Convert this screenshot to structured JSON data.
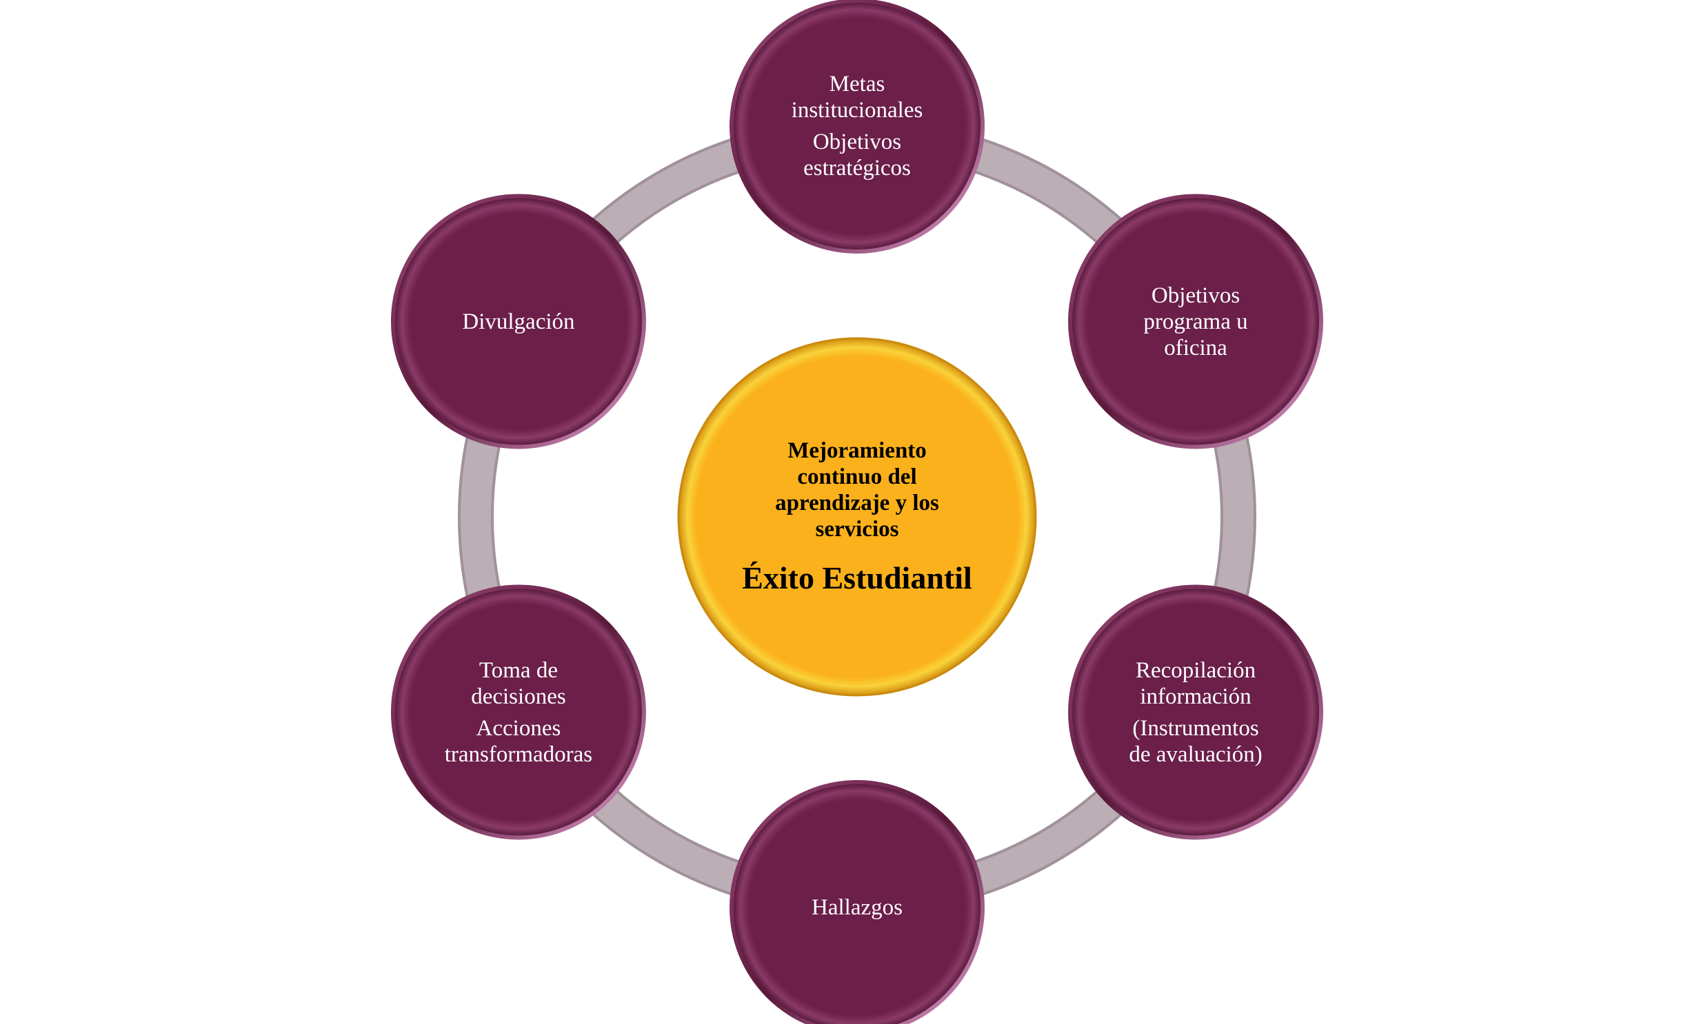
{
  "colors": {
    "satellite": "#6b1f49",
    "ring": "#bcaeb5",
    "center": "#fbb11b",
    "center_rim": "#f7e04a"
  },
  "center": {
    "lines": [
      "Mejoramiento",
      "continuo del",
      "aprendizaje y los",
      "servicios"
    ],
    "title": "Éxito Estudiantil"
  },
  "nodes": [
    {
      "groups": [
        [
          "Metas",
          "institucionales"
        ],
        [
          "Objetivos",
          "estratégicos"
        ]
      ]
    },
    {
      "groups": [
        [
          "Objetivos",
          "programa u",
          "oficina"
        ]
      ]
    },
    {
      "groups": [
        [
          "Recopilación",
          "información"
        ],
        [
          "(Instrumentos",
          "de avaluación)"
        ]
      ]
    },
    {
      "groups": [
        [
          "Hallazgos"
        ]
      ]
    },
    {
      "groups": [
        [
          "Toma de",
          "decisiones"
        ],
        [
          "Acciones",
          "transformadoras"
        ]
      ]
    },
    {
      "groups": [
        [
          "Divulgación"
        ]
      ]
    }
  ]
}
